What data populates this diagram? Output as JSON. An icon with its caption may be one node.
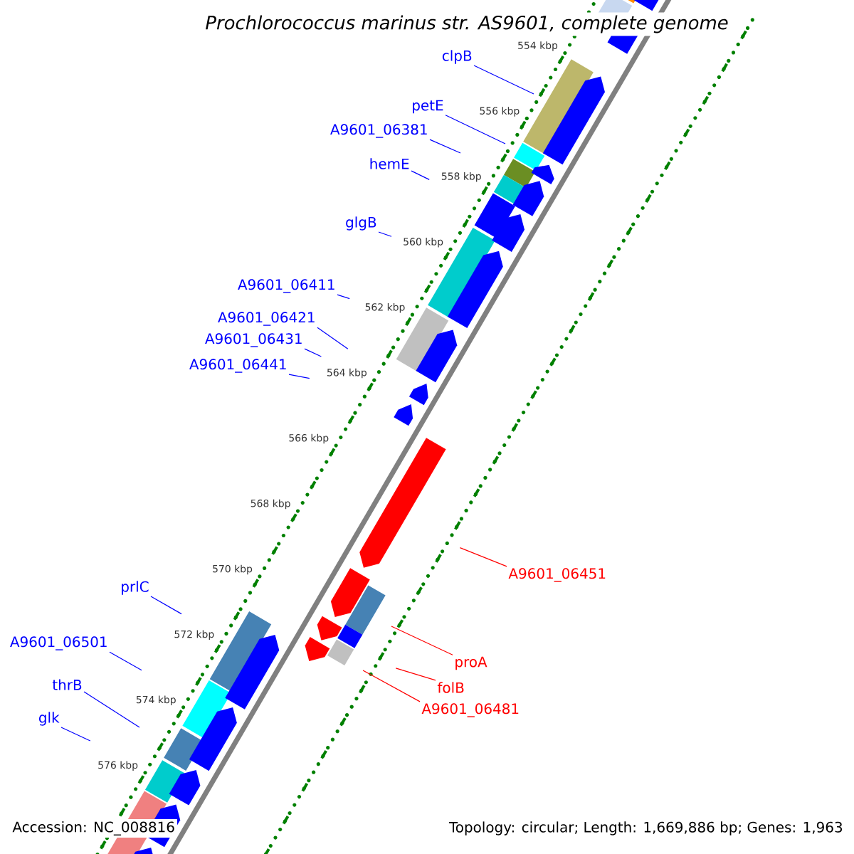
{
  "diagram": {
    "title": "Prochlorococcus marinus str. AS9601, complete genome",
    "nodes": [
      {
        "text": [
          "clpB"
        ]
      },
      {
        "text": [
          "petE"
        ]
      },
      {
        "text": [
          "A9601_06381"
        ]
      },
      {
        "text": [
          "hemE"
        ]
      },
      {
        "text": [
          "glgB"
        ]
      },
      {
        "text": [
          "A9601_06411"
        ]
      },
      {
        "text": [
          "A9601_06421"
        ]
      },
      {
        "text": [
          "A9601_06431"
        ]
      },
      {
        "text": [
          "A9601_06441"
        ]
      },
      {
        "text": [
          "A9601_06451"
        ]
      },
      {
        "text": [
          "proA"
        ]
      },
      {
        "text": [
          "folB"
        ]
      },
      {
        "text": [
          "A9601_06481"
        ]
      },
      {
        "text": [
          "prlC"
        ]
      },
      {
        "text": [
          "A9601_06501"
        ]
      },
      {
        "text": [
          "thrB"
        ]
      },
      {
        "text": [
          "glk"
        ]
      }
    ],
    "edges": [
      {
        "from": 0,
        "to": null,
        "arrow": "none"
      },
      {
        "from": 1,
        "to": null,
        "arrow": "none"
      },
      {
        "from": 2,
        "to": null,
        "arrow": "none"
      },
      {
        "from": 3,
        "to": null,
        "arrow": "none"
      },
      {
        "from": 4,
        "to": null,
        "arrow": "none"
      },
      {
        "from": 5,
        "to": null,
        "arrow": "none"
      },
      {
        "from": 6,
        "to": null,
        "arrow": "none"
      },
      {
        "from": 7,
        "to": null,
        "arrow": "none"
      },
      {
        "from": 8,
        "to": null,
        "arrow": "none"
      },
      {
        "from": 9,
        "to": null,
        "arrow": "none",
        "color": "#ff0000"
      },
      {
        "from": 10,
        "to": null,
        "arrow": "none",
        "color": "#ff0000"
      },
      {
        "from": 11,
        "to": null,
        "arrow": "none",
        "color": "#ff0000"
      },
      {
        "from": 12,
        "to": null,
        "arrow": "none",
        "color": "#ff0000"
      },
      {
        "from": 13,
        "to": null,
        "arrow": "none"
      },
      {
        "from": 14,
        "to": null,
        "arrow": "none"
      },
      {
        "from": 15,
        "to": null,
        "arrow": "none"
      },
      {
        "from": 16,
        "to": null,
        "arrow": "none"
      }
    ],
    "labels": [
      "554 kbp",
      "556 kbp",
      "558 kbp",
      "560 kbp",
      "562 kbp",
      "564 kbp",
      "566 kbp",
      "568 kbp",
      "570 kbp",
      "572 kbp",
      "574 kbp",
      "576 kbp",
      "Accession: NC_008816",
      "Topology: circular; Length: 1,669,886 bp; Genes: 1,963"
    ]
  }
}
